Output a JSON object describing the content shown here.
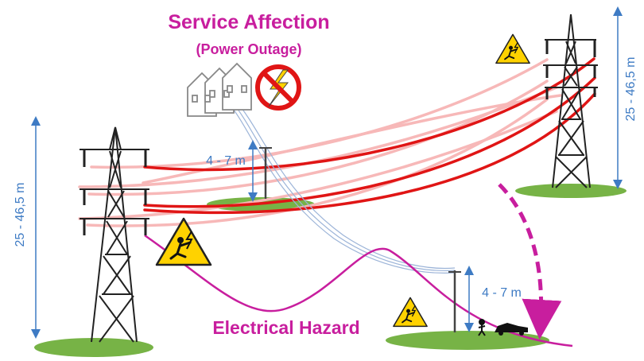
{
  "title_line1": "Service Affection",
  "title_line2": "(Power Outage)",
  "hazard_label": "Electrical Hazard",
  "dimensions": {
    "left_tower_height": "25 - 46,5 m",
    "right_tower_height": "25 - 46,5 m",
    "upper_pole_height": "4 - 7 m",
    "lower_pole_height": "4 - 7 m"
  },
  "colors": {
    "accent_magenta": "#c81e9e",
    "dimension_blue": "#3e7bc4",
    "line_red": "#e01515",
    "ground_green": "#77b346",
    "warning_yellow": "#ffd200"
  },
  "icons": [
    "high-voltage-warning-icon",
    "no-power-icon",
    "houses-icon",
    "pedestrian-icon",
    "car-icon"
  ]
}
